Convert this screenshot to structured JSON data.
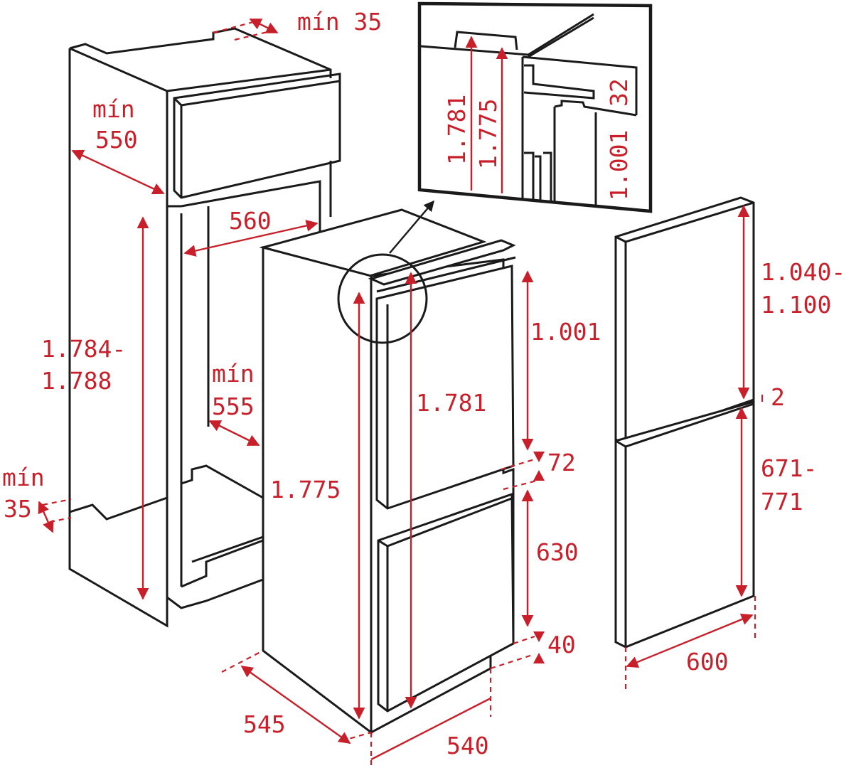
{
  "diagram": {
    "type": "built-in refrigerator installation dimensions",
    "units": "mm",
    "colors": {
      "lines": "#1a1a1a",
      "dimensions": "#c8202a",
      "background": "#ffffff"
    },
    "niche": {
      "top_clearance": {
        "line1": "mín 35"
      },
      "depth": {
        "line1": "mín",
        "line2": "550"
      },
      "inner_width": {
        "line1": "560"
      },
      "height": {
        "line1": "1.784-",
        "line2": "1.788"
      },
      "side_depth": {
        "line1": "mín",
        "line2": "555"
      },
      "bottom_clearance": {
        "line1": "mín",
        "line2": "35"
      }
    },
    "appliance": {
      "total_height": "1.775",
      "door_height_total": "1.781",
      "upper_door": "1.001",
      "gap_between_doors": "72",
      "lower_door": "630",
      "bottom_gap": "40",
      "depth": "545",
      "width": "540"
    },
    "detail_inset": {
      "dim_a": "1.781",
      "dim_b": "1.775",
      "dim_c": "32",
      "dim_d": "1.001"
    },
    "furniture_door": {
      "upper_height": {
        "line1": "1.040-",
        "line2": "1.100"
      },
      "gap": "2",
      "lower_height": {
        "line1": "671-",
        "line2": "771"
      },
      "width": "600"
    }
  }
}
